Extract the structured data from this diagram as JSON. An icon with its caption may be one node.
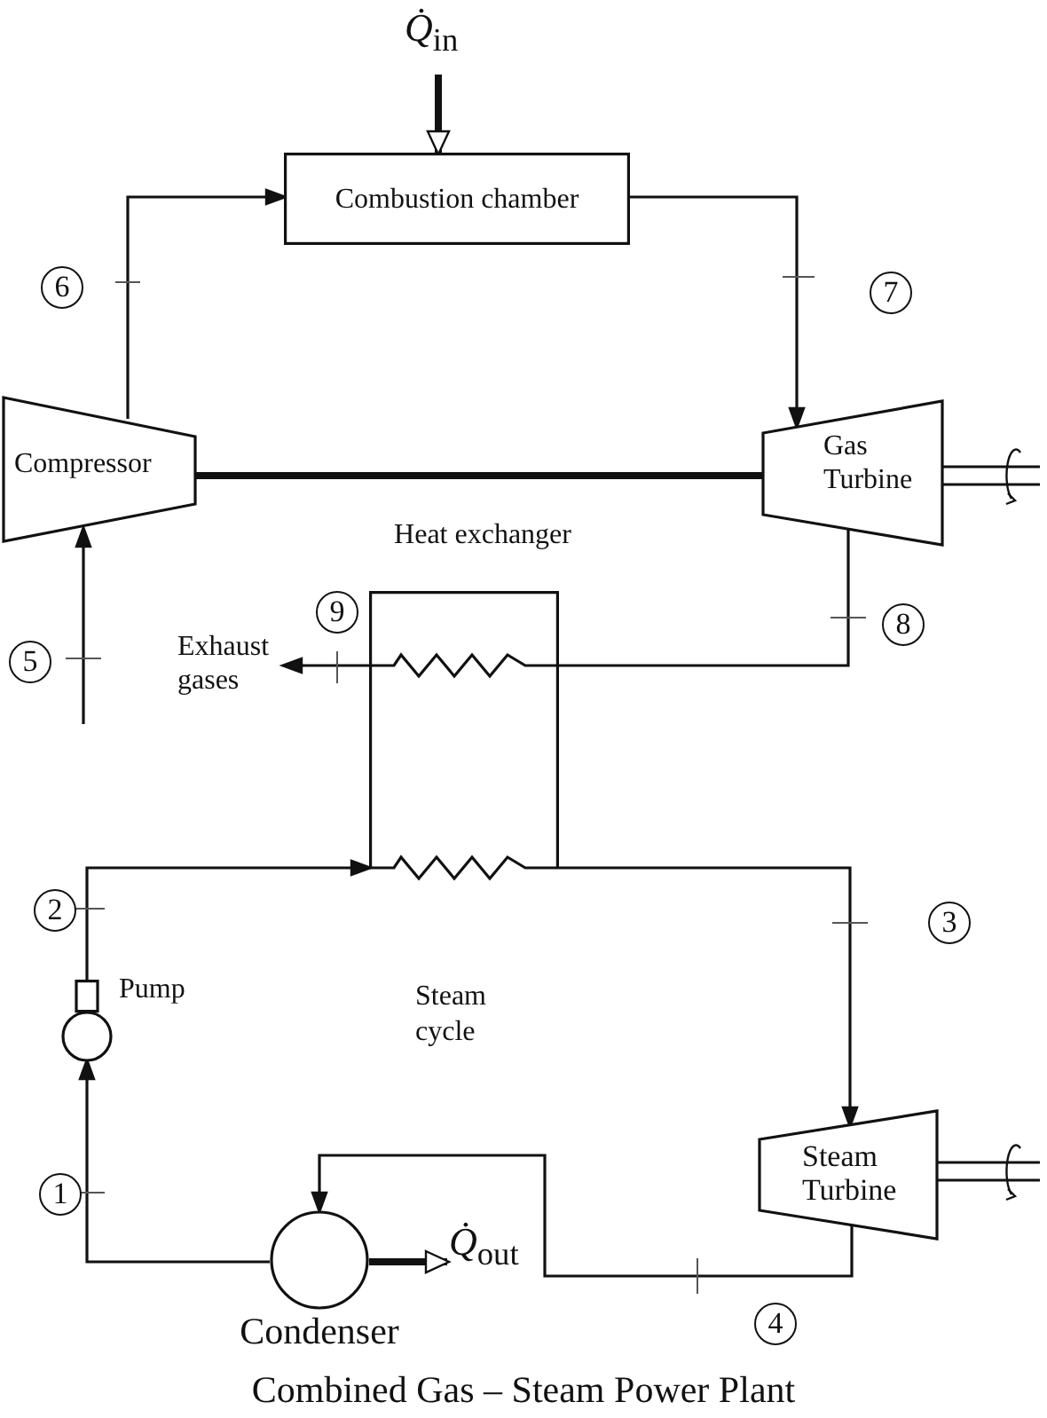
{
  "diagram": {
    "caption": "Combined Gas – Steam Power Plant",
    "nodes": [
      {
        "text": [
          "Combustion chamber"
        ]
      },
      {
        "text": [
          "Compressor"
        ]
      },
      {
        "text": [
          "Gas Turbine"
        ]
      },
      {
        "text": [
          "Heat exchanger"
        ]
      },
      {
        "text": [
          "Steam Turbine"
        ]
      },
      {
        "text": [
          "Condenser"
        ]
      },
      {
        "text": [
          "Pump"
        ]
      },
      {
        "text": [
          "Exhaust gases"
        ]
      },
      {
        "text": [
          "*Q̇*$_{in}$"
        ]
      },
      {
        "text": [
          "*Q̇*$_{out}$"
        ]
      }
    ],
    "edges": [
      {
        "from": null,
        "to": 1,
        "arrow": "to"
      },
      {
        "from": 1,
        "to": 0,
        "arrow": "to"
      },
      {
        "from": 0,
        "to": 2,
        "arrow": "to"
      },
      {
        "from": 1,
        "to": 2,
        "arrow": "none",
        "style": "thick"
      },
      {
        "from": 8,
        "to": 0,
        "arrow": "to",
        "style": "thick"
      },
      {
        "from": 2,
        "to": 3,
        "arrow": "none"
      },
      {
        "from": 3,
        "to": 7,
        "arrow": "to"
      },
      {
        "from": 6,
        "to": 3,
        "arrow": "to"
      },
      {
        "from": 3,
        "to": 4,
        "arrow": "to"
      },
      {
        "from": 4,
        "to": 5,
        "arrow": "to"
      },
      {
        "from": 5,
        "to": 6,
        "arrow": "to"
      },
      {
        "from": 5,
        "to": 9,
        "arrow": "to",
        "style": "thick"
      }
    ],
    "labels": [
      "6",
      "7",
      "9",
      "8",
      "5",
      "2",
      "3",
      "Steam cycle",
      "1",
      "4"
    ]
  }
}
